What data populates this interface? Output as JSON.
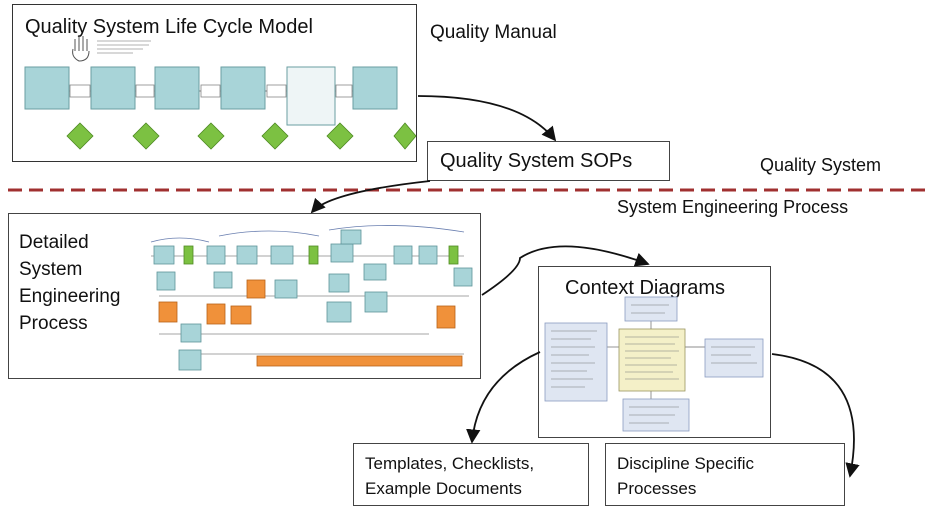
{
  "labels": {
    "quality_manual": "Quality Manual",
    "quality_system": "Quality System",
    "system_engineering_process": "System Engineering Process"
  },
  "boxes": {
    "life_cycle_title": "Quality System Life Cycle Model",
    "sops": "Quality System SOPs",
    "detailed_line1": "Detailed",
    "detailed_line2": "System",
    "detailed_line3": "Engineering",
    "detailed_line4": "Process",
    "context_diagrams": "Context Diagrams",
    "templates_line1": "Templates,  Checklists,",
    "templates_line2": "Example  Documents",
    "discipline_line1": "Discipline Specific",
    "discipline_line2": "Processes"
  },
  "colors": {
    "divider": "#a03030",
    "teal_box": "#a8d4d8",
    "green_diamond": "#7cc142",
    "orange_box": "#f0913a",
    "yellow_box": "#f4f0c8",
    "blue_box": "#dfe6f2"
  }
}
